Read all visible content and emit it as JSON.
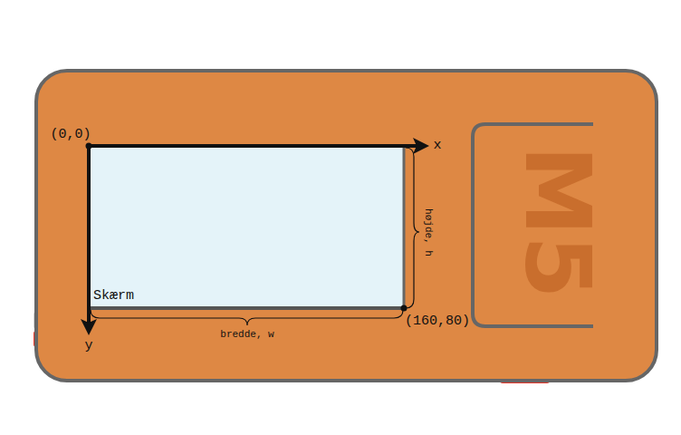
{
  "diagram": {
    "nodes": [
      {
        "text": [
          "Skærm"
        ]
      },
      {
        "text": [
          "M5"
        ]
      }
    ],
    "labels": [
      "(0,0)",
      "x",
      "y",
      "(160,80)",
      "højde, h",
      "bredde, w"
    ]
  }
}
